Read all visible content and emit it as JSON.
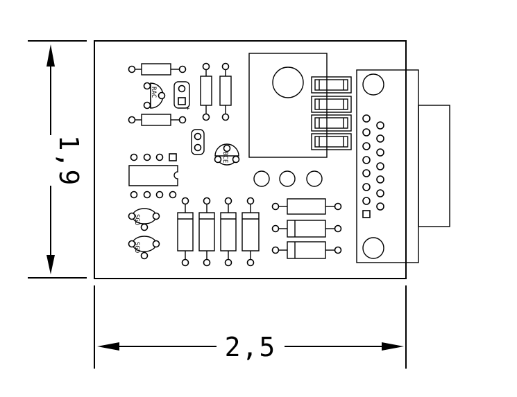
{
  "dimensions": {
    "width_label": "2,5",
    "height_label": "1,9"
  },
  "component_labels": {
    "regulator_pins": "RAC",
    "transistor_pins": "BCE",
    "jfet_1_pins": "SGD",
    "jfet_2_pins": "SGD",
    "polarity_plus": "+"
  }
}
